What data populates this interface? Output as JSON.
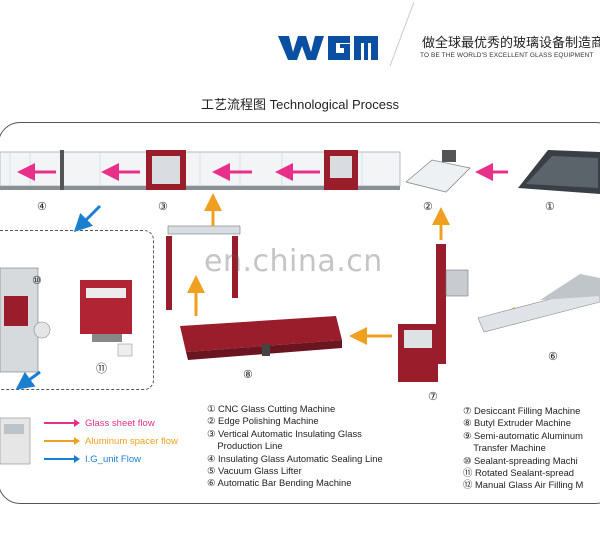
{
  "header": {
    "logo_text": "WGM",
    "slogan_cn": "做全球最优秀的玻璃设备制造商",
    "slogan_en": "TO BE THE WORLD'S EXCELLENT GLASS EQUIPMENT"
  },
  "title": "工艺流程图 Technological Process",
  "watermark": "en.china.cn",
  "step_numbers": [
    "①",
    "②",
    "③",
    "④",
    "⑥",
    "⑦",
    "⑧",
    "⑩",
    "⑪"
  ],
  "machines_left": [
    "① CNC Glass Cutting Machine",
    "② Edge Polishing Machine",
    "③ Vertical Automatic Insulating Glass",
    "    Production Line",
    "④ Insulating Glass Automatic Sealing Line",
    "⑤ Vacuum Glass Lifter",
    "⑥ Automatic Bar Bending Machine"
  ],
  "machines_right": [
    "⑦ Desiccant Filling Machine",
    "⑧ Butyl Extruder Machine",
    "⑨ Semi-automatic Aluminum",
    "    Transfer Machine",
    "⑩ Sealant-spreading Machi",
    "⑪ Rotated Sealant-spread",
    "⑫ Manual Glass Air Filling M"
  ],
  "legend": [
    {
      "label": "Glass sheet flow",
      "color": "#e8308a"
    },
    {
      "label": "Aluminum spacer flow",
      "color": "#f0a020"
    },
    {
      "label": "I.G_unit Flow",
      "color": "#1a7fd0"
    }
  ],
  "colors": {
    "machine_red": "#9a1d2b",
    "glass_flow": "#e8308a",
    "spacer_flow": "#f0a020",
    "ig_flow": "#1a7fd0",
    "logo_blue": "#0b4fa3"
  }
}
